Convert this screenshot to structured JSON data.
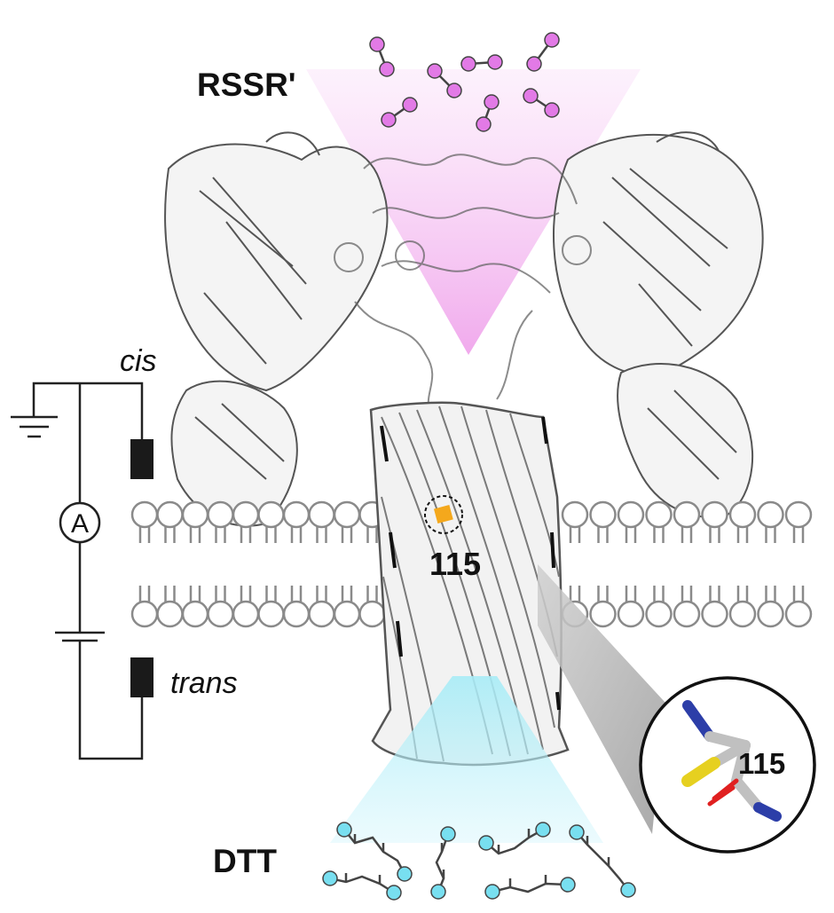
{
  "labels": {
    "rssr": "RSSR'",
    "dtt": "DTT",
    "cis": "cis",
    "trans": "trans",
    "residue": "115",
    "inset_residue": "115",
    "ammeter": "A"
  },
  "colors": {
    "rssr_molecule": "#e27ae6",
    "rssr_cone": "#f6c8f4",
    "dtt_molecule": "#78dff0",
    "dtt_cone": "#c8f3fb",
    "protein_fill": "#f4f4f4",
    "protein_outline": "#555555",
    "lipid": "#8a8a8a",
    "cysteine_marker": "#f4a81c",
    "sulfur": "#e6d020",
    "nitrogen": "#2c3ea8",
    "oxygen": "#e02020"
  }
}
